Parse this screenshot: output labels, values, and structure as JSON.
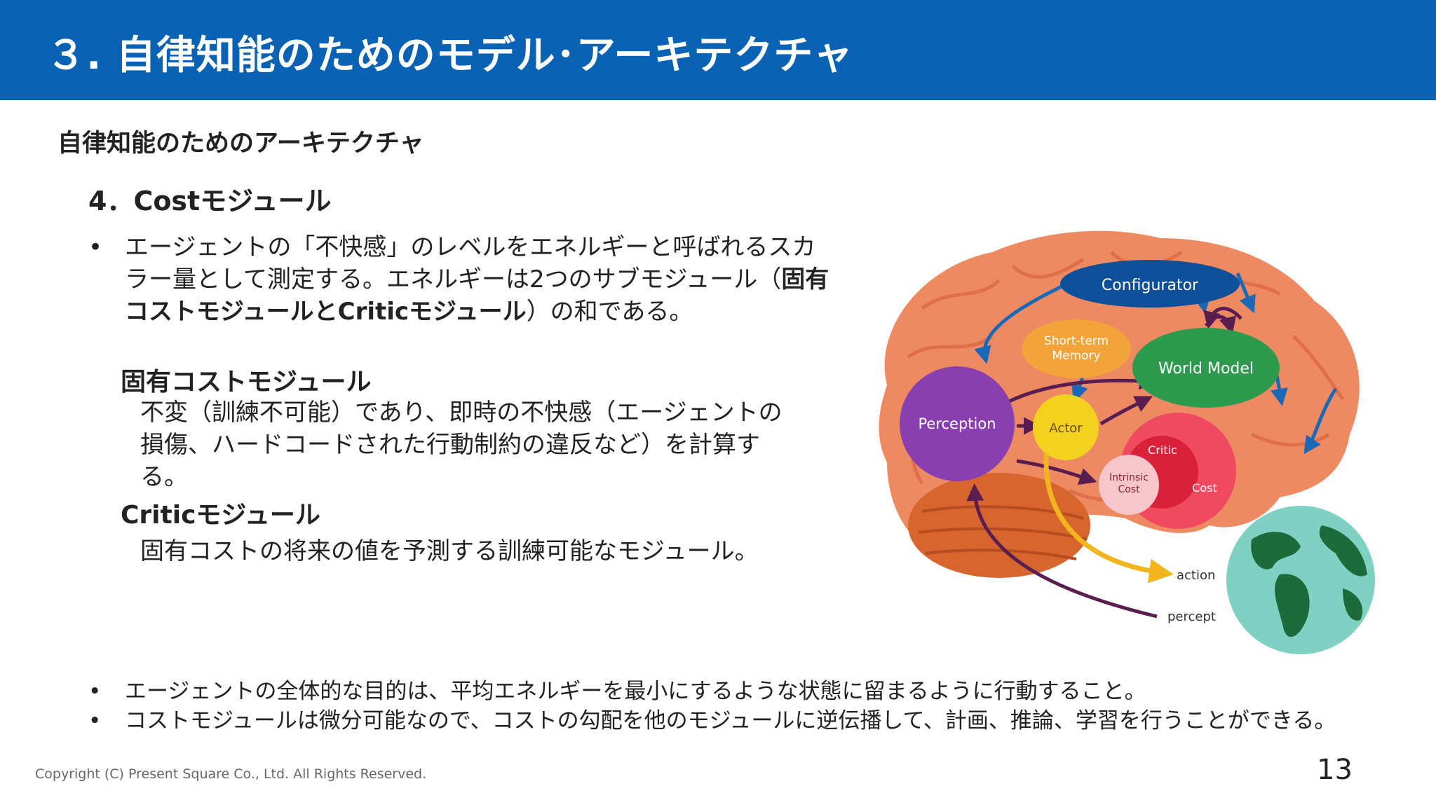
{
  "header": {
    "title": "３. 自律知能のためのモデル･アーキテクチャ"
  },
  "section_title": "自律知能のためのアーキテクチャ",
  "sub_title": "4．Costモジュール",
  "main_bullet": {
    "bullet": "•",
    "text_prefix": "エージェントの「不快感」のレベルをエネルギーと呼ばれるスカラー量として測定する。エネルギーは2つのサブモジュール（",
    "text_bold": "固有コストモジュールとCriticモジュール",
    "text_suffix": "）の和である。"
  },
  "intrinsic_cost": {
    "heading": "固有コストモジュール",
    "description": "不変（訓練不可能）であり、即時の不快感（エージェントの損傷、ハードコードされた行動制約の違反など）を計算する。"
  },
  "critic": {
    "heading": "Criticモジュール",
    "description": "固有コストの将来の値を予測する訓練可能なモジュール。"
  },
  "bottom_bullets": [
    {
      "bullet": "•",
      "text": "エージェントの全体的な目的は、平均エネルギーを最小にするような状態に留まるように行動すること。"
    },
    {
      "bullet": "•",
      "text": "コストモジュールは微分可能なので、コストの勾配を他のモジュールに逆伝播して、計画、推論、学習を行うことができる。"
    }
  ],
  "diagram": {
    "labels": {
      "configurator": "Configurator",
      "short_term_memory_line1": "Short-term",
      "short_term_memory_line2": "Memory",
      "world_model": "World Model",
      "perception": "Perception",
      "actor": "Actor",
      "critic": "Critic",
      "intrinsic_cost_line1": "Intrinsic",
      "intrinsic_cost_line2": "Cost",
      "cost": "Cost",
      "action": "action",
      "percept": "percept"
    },
    "colors": {
      "configurator": "#0d4f99",
      "short_term_memory": "#f2a33a",
      "world_model": "#2e9a4e",
      "perception": "#8a3fb0",
      "actor": "#f2d21e",
      "critic": "#d9213a",
      "intrinsic_cost": "#f7c6cd",
      "brain": "#ee8a62",
      "cerebellum": "#d9652e",
      "earth_ocean": "#7fd1c4",
      "earth_land": "#1d6b3a",
      "arrow_blue": "#1a68b8",
      "arrow_purple": "#5a1d4f",
      "arrow_yellow": "#f2b51e"
    }
  },
  "footer": {
    "copyright": "Copyright (C) Present Square Co., Ltd. All Rights Reserved.",
    "page_number": "13"
  }
}
